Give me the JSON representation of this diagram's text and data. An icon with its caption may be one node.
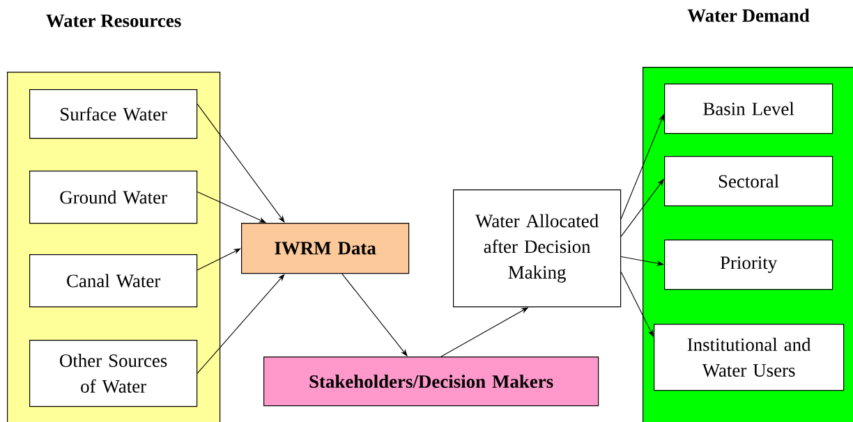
{
  "diagram": {
    "nodes": [
      {
        "text": [
          "Water Resources"
        ]
      },
      {
        "text": [
          "Surface Water"
        ],
        "in": 0
      },
      {
        "text": [
          "Ground Water"
        ],
        "in": 0
      },
      {
        "text": [
          "Canal Water"
        ],
        "in": 0
      },
      {
        "text": [
          "Other Sources of Water"
        ],
        "in": 0
      },
      {
        "text": [
          "IWRM Data"
        ]
      },
      {
        "text": [
          "Stakeholders/Decision Makers"
        ]
      },
      {
        "text": [
          "Water Allocated after Decision Making"
        ]
      },
      {
        "text": [
          "Water Demand"
        ]
      },
      {
        "text": [
          "Basin Level"
        ],
        "in": 8
      },
      {
        "text": [
          "Sectoral"
        ],
        "in": 8
      },
      {
        "text": [
          "Priority"
        ],
        "in": 8
      },
      {
        "text": [
          "Institutional and Water Users"
        ],
        "in": 8
      }
    ],
    "edges": [
      {
        "from": 1,
        "to": 5,
        "arrow": "to"
      },
      {
        "from": 2,
        "to": 5,
        "arrow": "to"
      },
      {
        "from": 3,
        "to": 5,
        "arrow": "to"
      },
      {
        "from": 4,
        "to": 5,
        "arrow": "to"
      },
      {
        "from": 5,
        "to": 6,
        "arrow": "to"
      },
      {
        "from": 6,
        "to": 7,
        "arrow": "to"
      },
      {
        "from": 7,
        "to": 9,
        "arrow": "to"
      },
      {
        "from": 7,
        "to": 10,
        "arrow": "to"
      },
      {
        "from": 7,
        "to": 11,
        "arrow": "to"
      },
      {
        "from": 7,
        "to": 12,
        "arrow": "to"
      }
    ]
  }
}
